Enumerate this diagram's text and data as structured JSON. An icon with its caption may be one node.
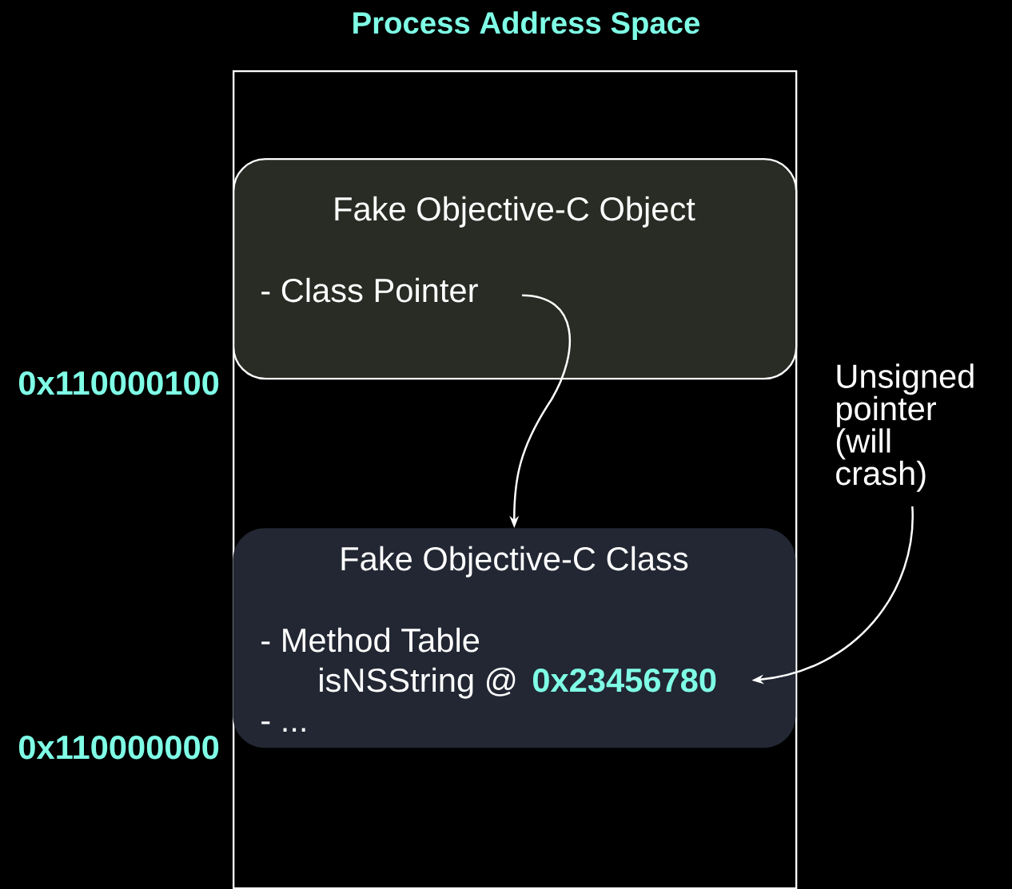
{
  "diagram": {
    "nodes": [
      {
        "text": [
          "Process Address Space"
        ]
      },
      {
        "text": [
          "Fake Objective-C Object",
          "- Class Pointer"
        ],
        "in": 0
      },
      {
        "text": [
          "Fake Objective-C Class",
          "- Method Table",
          "isNSString @",
          "0x23456780",
          "- ..."
        ],
        "in": 0
      },
      {
        "text": [
          "Unsigned pointer (will crash)"
        ]
      }
    ],
    "edges": [
      {
        "from": 1,
        "to": 2,
        "arrow": "to"
      },
      {
        "from": 3,
        "to": 2,
        "arrow": "to"
      }
    ],
    "labels": [
      "0x110000100",
      "0x110000000"
    ]
  }
}
